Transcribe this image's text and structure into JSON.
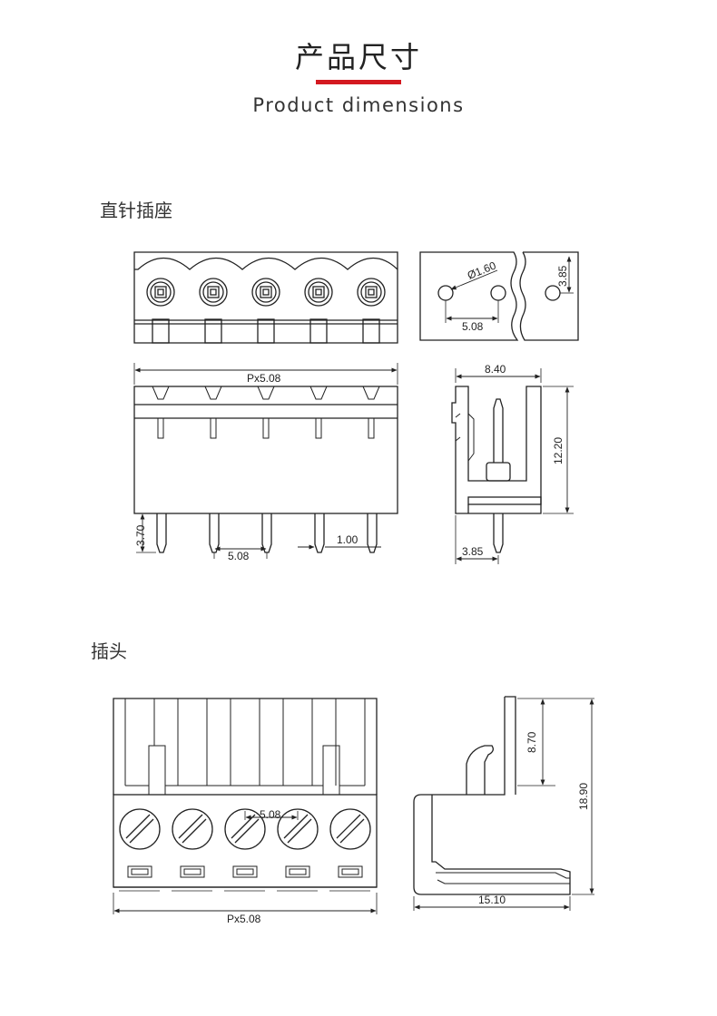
{
  "header": {
    "title_cn": "产品尺寸",
    "title_en": "Product dimensions",
    "accent_color": "#d41920"
  },
  "sections": [
    {
      "label": "直针插座",
      "dimensions": {
        "hole_diameter": "Ø1.60",
        "pcb_edge_offset": "3.85",
        "hole_pitch": "5.08",
        "overall_length": "Px5.08",
        "depth": "8.40",
        "height": "12.20",
        "pin_length": "3.70",
        "pin_pitch": "5.08",
        "pin_width": "1.00",
        "pin_offset": "3.85"
      }
    },
    {
      "label": "插头",
      "dimensions": {
        "pitch": "5.08",
        "overall_length": "Px5.08",
        "lever_height": "8.70",
        "height": "18.90",
        "depth": "15.10"
      }
    }
  ]
}
